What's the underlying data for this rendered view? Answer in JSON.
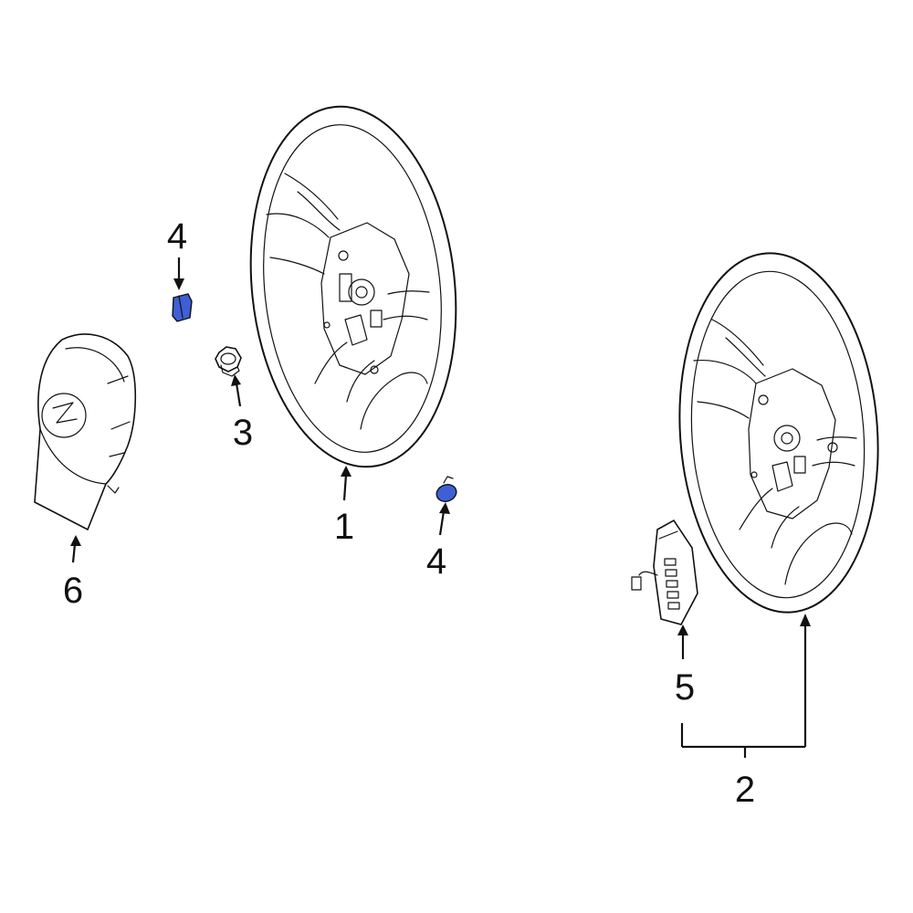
{
  "callouts": {
    "c1": "1",
    "c2": "2",
    "c3": "3",
    "c4_top": "4",
    "c4_bottom": "4",
    "c5": "5",
    "c6": "6"
  },
  "colors": {
    "highlight_part": "#3f5fd6",
    "line": "#111111",
    "background": "#ffffff"
  }
}
